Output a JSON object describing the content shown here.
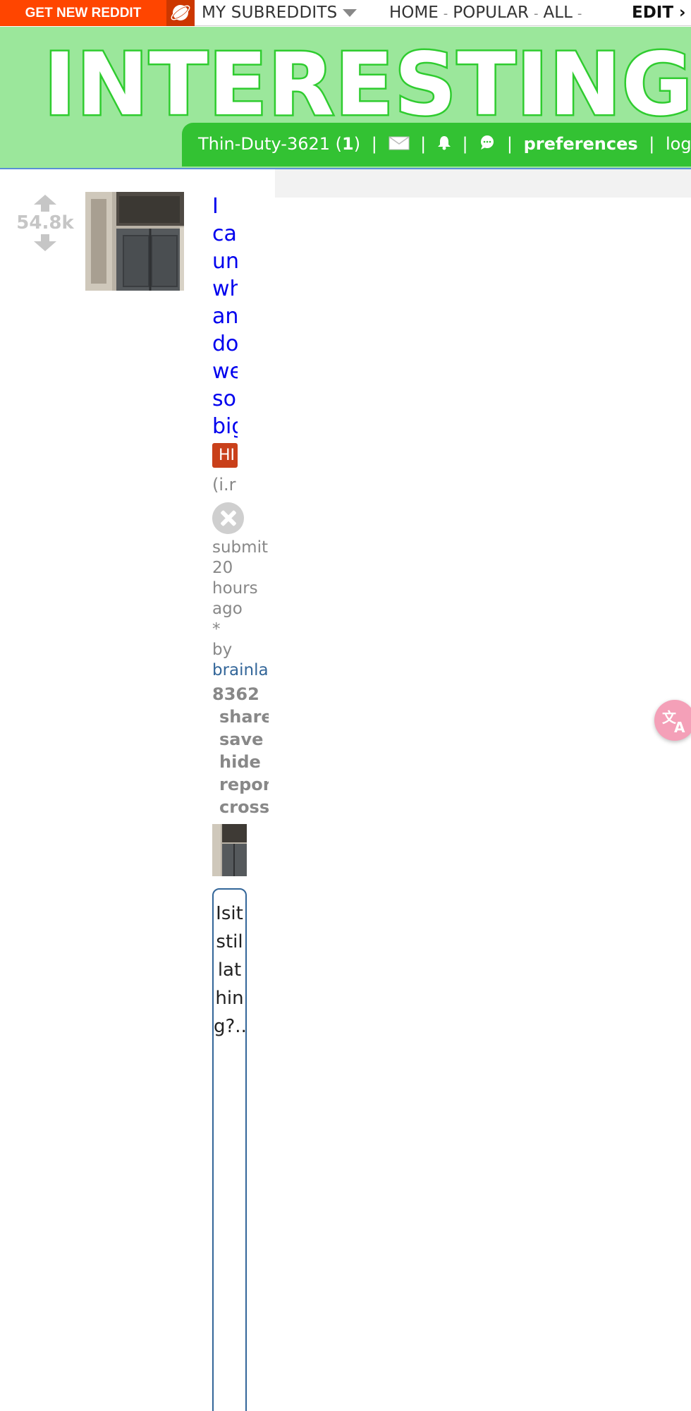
{
  "topbar": {
    "get_new_reddit": "GET NEW REDDIT",
    "my_subreddits": "MY SUBREDDITS",
    "nav": [
      "HOME",
      "POPULAR",
      "ALL"
    ],
    "nav_sep": "-",
    "edit": "EDIT ›"
  },
  "header": {
    "banner": "INTERESTING",
    "user": {
      "username": "Thin-Duty-3621",
      "karma_open": "(",
      "karma": "1",
      "karma_close": ")",
      "sep": "|",
      "preferences": "preferences",
      "logout": "logout"
    }
  },
  "post": {
    "score": "54.8k",
    "title_lines": [
      "I",
      "ca",
      "un",
      "wh",
      "an",
      "do",
      "we",
      "so",
      "big"
    ],
    "flair": "HI",
    "domain": "(i.r",
    "tagline": [
      "submit",
      "20",
      "hours",
      "ago",
      "*",
      "by"
    ],
    "author": "brainla",
    "comments": "8362",
    "actions": [
      "share",
      "save",
      "hide",
      "repor",
      "cross"
    ],
    "expando_text": "Isitstillathing?.."
  },
  "colors": {
    "accent_orange": "#ff4500",
    "header_green": "#9be79b",
    "userbar_green": "#33c233",
    "link_blue": "#0000ee",
    "flair_red": "#c9401a"
  },
  "icons": [
    "planet-icon",
    "mail-icon",
    "bell-icon",
    "chat-icon",
    "upvote-icon",
    "downvote-icon",
    "close-icon",
    "translate-icon"
  ]
}
